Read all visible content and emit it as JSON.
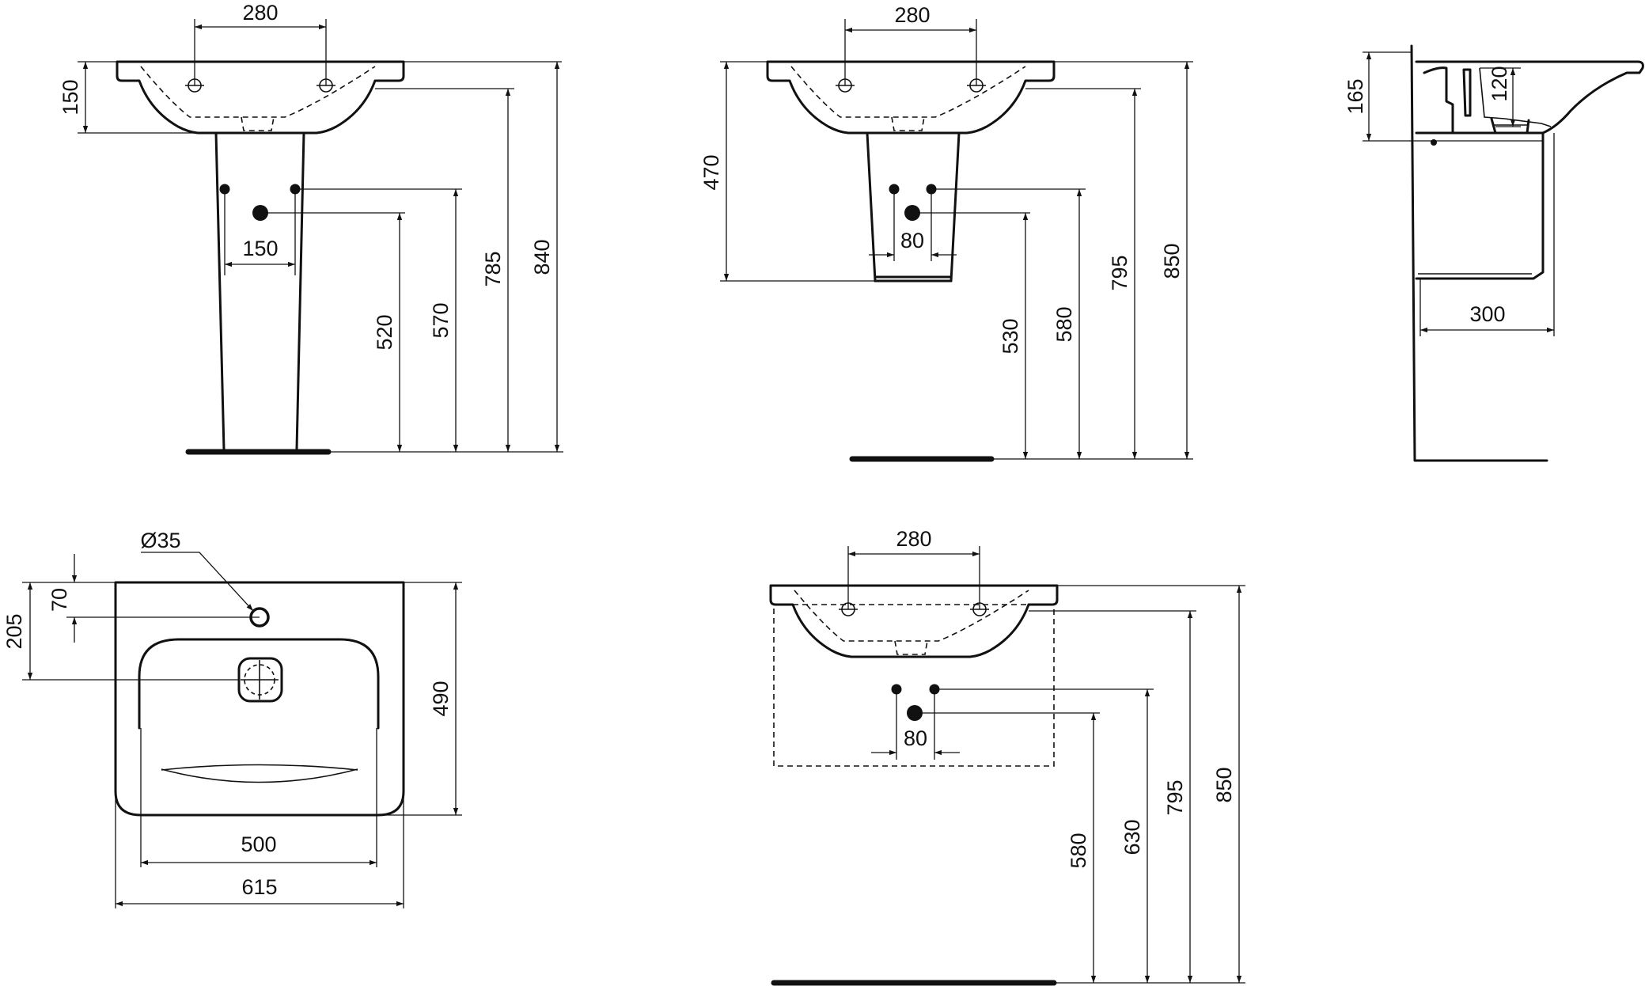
{
  "dimensions": {
    "pedestal_front": {
      "tap_spacing": "280",
      "bowl_depth": "150",
      "inlet_spacing": "150",
      "waste_height": "520",
      "inlet_height": "570",
      "bowl_height": "785",
      "rim_height": "840"
    },
    "semi_pedestal_front": {
      "tap_spacing": "280",
      "pedestal_bottom": "470",
      "inlet_spacing": "80",
      "waste_height": "530",
      "inlet_height": "580",
      "bowl_height": "795",
      "rim_height": "850"
    },
    "side_view": {
      "height_165": "165",
      "height_120": "120",
      "projection": "300"
    },
    "plan_view": {
      "tap_hole_diameter": "Ø35",
      "tap_hole_offset": "70",
      "waste_offset": "205",
      "depth": "490",
      "bowl_width": "500",
      "overall_width": "615"
    },
    "vanity_front": {
      "tap_spacing": "280",
      "inlet_spacing": "80",
      "waste_height": "580",
      "inlet_height": "630",
      "bowl_height": "795",
      "rim_height": "850"
    }
  }
}
